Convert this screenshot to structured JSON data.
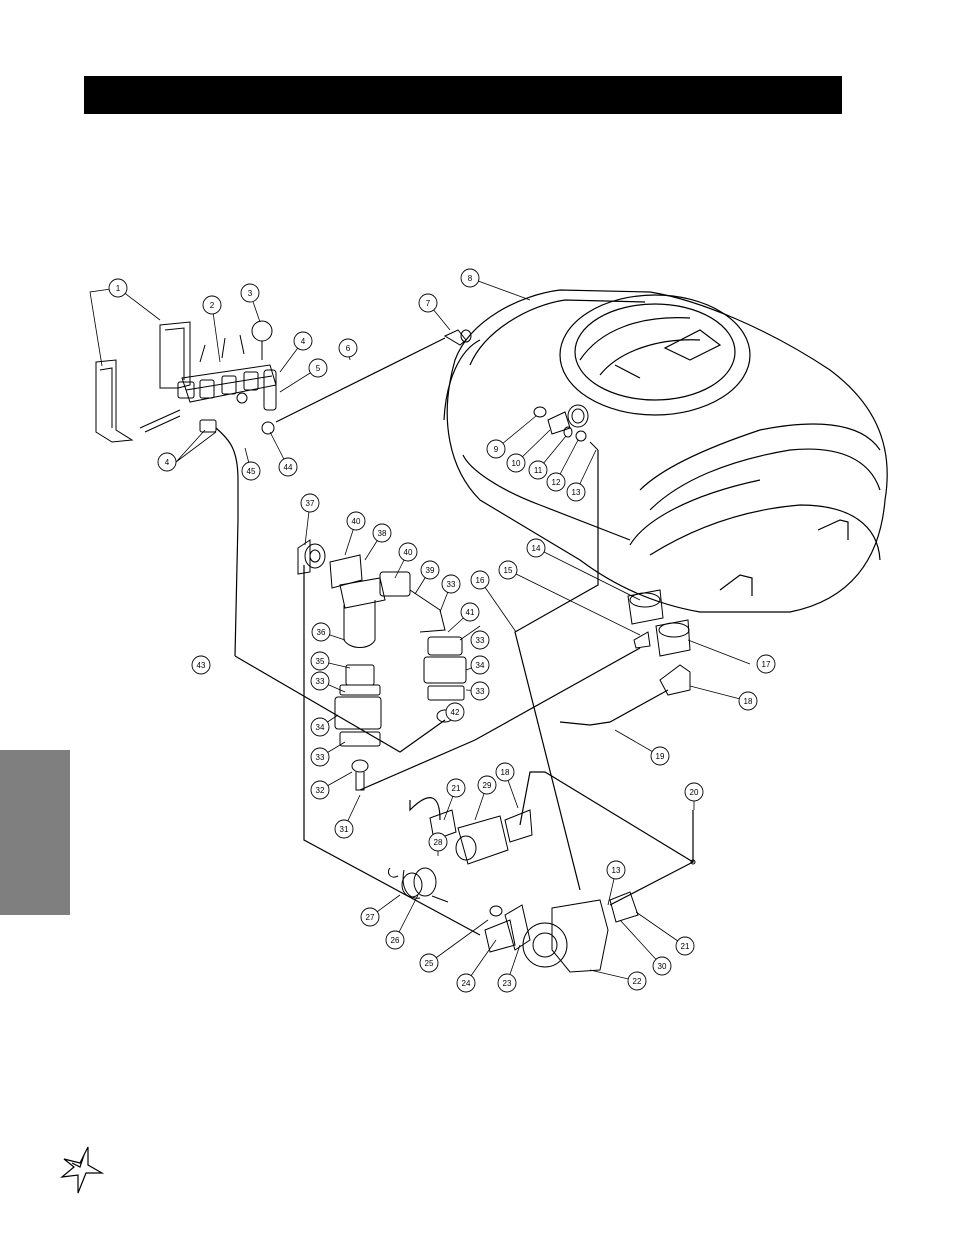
{
  "callouts": [
    {
      "id": "c1",
      "label": "1"
    },
    {
      "id": "c2",
      "label": "2"
    },
    {
      "id": "c3",
      "label": "3"
    },
    {
      "id": "c4a",
      "label": "4"
    },
    {
      "id": "c4b",
      "label": "4"
    },
    {
      "id": "c5",
      "label": "5"
    },
    {
      "id": "c6",
      "label": "6"
    },
    {
      "id": "c7",
      "label": "7"
    },
    {
      "id": "c8",
      "label": "8"
    },
    {
      "id": "c9",
      "label": "9"
    },
    {
      "id": "c10",
      "label": "10"
    },
    {
      "id": "c11",
      "label": "11"
    },
    {
      "id": "c12",
      "label": "12"
    },
    {
      "id": "c13a",
      "label": "13"
    },
    {
      "id": "c13b",
      "label": "13"
    },
    {
      "id": "c14",
      "label": "14"
    },
    {
      "id": "c15",
      "label": "15"
    },
    {
      "id": "c16",
      "label": "16"
    },
    {
      "id": "c17",
      "label": "17"
    },
    {
      "id": "c18a",
      "label": "18"
    },
    {
      "id": "c18b",
      "label": "18"
    },
    {
      "id": "c19",
      "label": "19"
    },
    {
      "id": "c20",
      "label": "20"
    },
    {
      "id": "c21a",
      "label": "21"
    },
    {
      "id": "c21b",
      "label": "21"
    },
    {
      "id": "c22",
      "label": "22"
    },
    {
      "id": "c23",
      "label": "23"
    },
    {
      "id": "c24",
      "label": "24"
    },
    {
      "id": "c25",
      "label": "25"
    },
    {
      "id": "c26",
      "label": "26"
    },
    {
      "id": "c27",
      "label": "27"
    },
    {
      "id": "c28",
      "label": "28"
    },
    {
      "id": "c29",
      "label": "29"
    },
    {
      "id": "c30",
      "label": "30"
    },
    {
      "id": "c31",
      "label": "31"
    },
    {
      "id": "c32",
      "label": "32"
    },
    {
      "id": "c33a",
      "label": "33"
    },
    {
      "id": "c33b",
      "label": "33"
    },
    {
      "id": "c33c",
      "label": "33"
    },
    {
      "id": "c33d",
      "label": "33"
    },
    {
      "id": "c33e",
      "label": "33"
    },
    {
      "id": "c34a",
      "label": "34"
    },
    {
      "id": "c34b",
      "label": "34"
    },
    {
      "id": "c35",
      "label": "35"
    },
    {
      "id": "c36",
      "label": "36"
    },
    {
      "id": "c37",
      "label": "37"
    },
    {
      "id": "c38",
      "label": "38"
    },
    {
      "id": "c39",
      "label": "39"
    },
    {
      "id": "c40a",
      "label": "40"
    },
    {
      "id": "c40b",
      "label": "40"
    },
    {
      "id": "c41",
      "label": "41"
    },
    {
      "id": "c42",
      "label": "42"
    },
    {
      "id": "c43",
      "label": "43"
    },
    {
      "id": "c44",
      "label": "44"
    },
    {
      "id": "c45",
      "label": "45"
    }
  ],
  "colors": {
    "title_bar": "#000000",
    "side_tab": "#7f7f7f",
    "line": "#000000"
  }
}
